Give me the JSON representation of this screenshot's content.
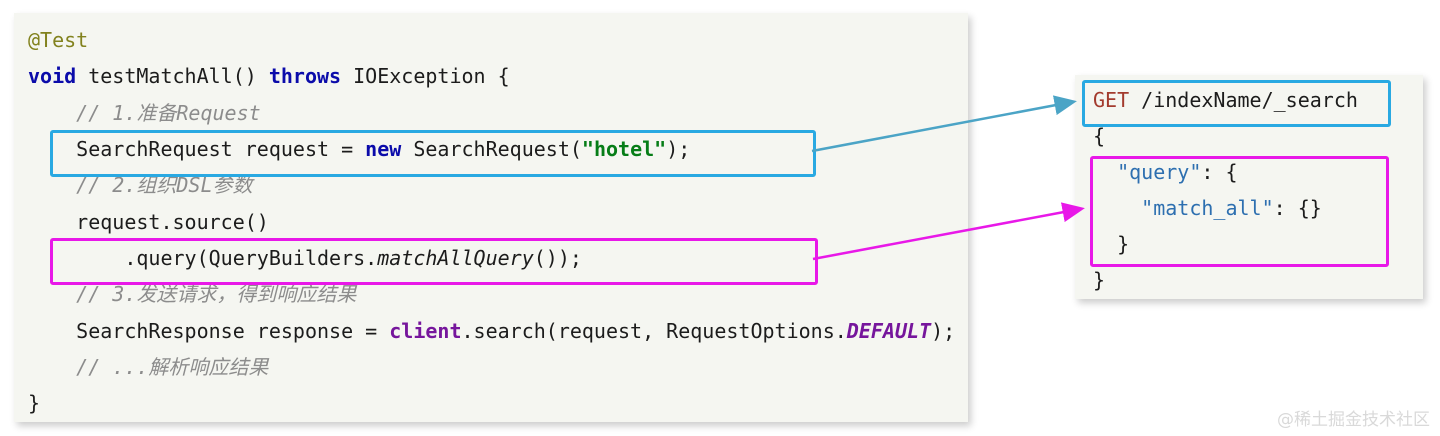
{
  "colors": {
    "accent_cyan_box": "#29A9E2",
    "accent_magenta_box": "#E818E8",
    "arrow_cyan": "#4BA4C6",
    "arrow_magenta": "#E818E8",
    "keyword_navy": "#0B0BAA",
    "annotation_olive": "#82821E",
    "comment_gray": "#8C8C8C",
    "string_green": "#067D17",
    "field_purple": "#76169C",
    "http_method_red": "#A33B2E",
    "json_key_blue": "#2D6FB0",
    "panel_background": "#F5F6F1",
    "code_text": "#1C1C1C",
    "watermark_gray": "#D9D9D9"
  },
  "java_panel": {
    "lines": [
      {
        "segments": [
          {
            "text": "@Test",
            "style": "ann"
          }
        ]
      },
      {
        "segments": [
          {
            "text": "void",
            "style": "kw"
          },
          {
            "text": " testMatchAll() ",
            "style": ""
          },
          {
            "text": "throws",
            "style": "kw"
          },
          {
            "text": " IOException {",
            "style": ""
          }
        ]
      },
      {
        "segments": [
          {
            "text": "    ",
            "style": ""
          },
          {
            "text": "// 1.准备Request",
            "style": "cmt"
          }
        ]
      },
      {
        "highlight": "cyan",
        "segments": [
          {
            "text": "    SearchRequest request = ",
            "style": ""
          },
          {
            "text": "new",
            "style": "kw"
          },
          {
            "text": " SearchRequest(",
            "style": ""
          },
          {
            "text": "\"hotel\"",
            "style": "str"
          },
          {
            "text": ");",
            "style": ""
          }
        ]
      },
      {
        "segments": [
          {
            "text": "    ",
            "style": ""
          },
          {
            "text": "// 2.组织DSL参数",
            "style": "cmt"
          }
        ]
      },
      {
        "segments": [
          {
            "text": "    request.source()",
            "style": ""
          }
        ]
      },
      {
        "highlight": "magenta",
        "segments": [
          {
            "text": "        .query(QueryBuilders.",
            "style": ""
          },
          {
            "text": "matchAllQuery",
            "style": "mi"
          },
          {
            "text": "());",
            "style": ""
          }
        ]
      },
      {
        "segments": [
          {
            "text": "    ",
            "style": ""
          },
          {
            "text": "// 3.发送请求，得到响应结果",
            "style": "cmt"
          }
        ]
      },
      {
        "segments": [
          {
            "text": "    SearchResponse response = ",
            "style": ""
          },
          {
            "text": "client",
            "style": "fld"
          },
          {
            "text": ".search(request, RequestOptions.",
            "style": ""
          },
          {
            "text": "DEFAULT",
            "style": "cst"
          },
          {
            "text": ");",
            "style": ""
          }
        ]
      },
      {
        "segments": [
          {
            "text": "    ",
            "style": ""
          },
          {
            "text": "// ...解析响应结果",
            "style": "cmt"
          }
        ]
      },
      {
        "segments": [
          {
            "text": "}",
            "style": ""
          }
        ]
      }
    ]
  },
  "dsl_panel": {
    "lines": [
      {
        "highlight": "cyan",
        "segments": [
          {
            "text": "GET",
            "style": "http"
          },
          {
            "text": " /indexName/_search",
            "style": ""
          }
        ]
      },
      {
        "segments": [
          {
            "text": "{",
            "style": ""
          }
        ]
      },
      {
        "highlight": "magenta",
        "segments": [
          {
            "text": "  ",
            "style": ""
          },
          {
            "text": "\"query\"",
            "style": "key"
          },
          {
            "text": ": {",
            "style": ""
          }
        ]
      },
      {
        "segments": [
          {
            "text": "    ",
            "style": ""
          },
          {
            "text": "\"match_all\"",
            "style": "key"
          },
          {
            "text": ": {}",
            "style": ""
          }
        ]
      },
      {
        "segments": [
          {
            "text": "  }",
            "style": ""
          }
        ]
      },
      {
        "segments": [
          {
            "text": "}",
            "style": ""
          }
        ]
      }
    ]
  },
  "arrows": [
    {
      "name": "request-to-get-arrow",
      "color": "#4BA4C6"
    },
    {
      "name": "query-to-dsl-arrow",
      "color": "#E818E8"
    }
  ],
  "watermark": "@稀土掘金技术社区"
}
